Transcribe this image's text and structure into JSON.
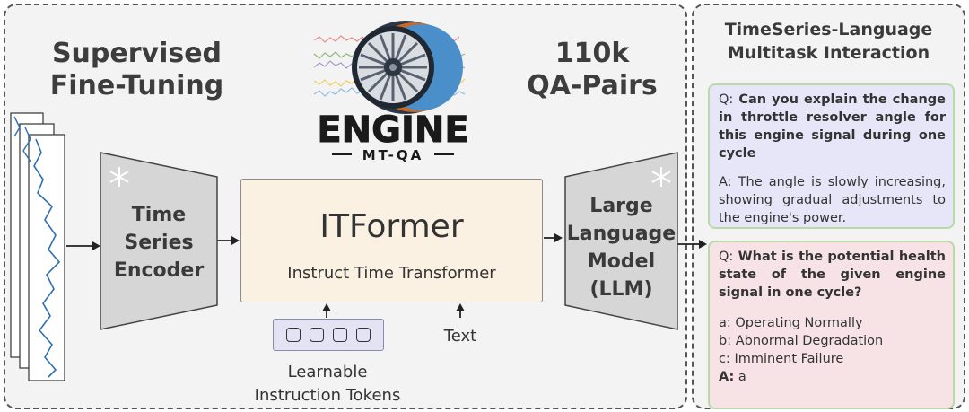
{
  "left_title": {
    "line1": "Supervised",
    "line2": "Fine-Tuning"
  },
  "center_stat": {
    "line1": "110k",
    "line2": "QA-Pairs"
  },
  "logo": {
    "name": "ENGINE",
    "sub": "MT-QA"
  },
  "encoder": {
    "line1": "Time",
    "line2": "Series",
    "line3": "Encoder"
  },
  "itformer": {
    "title": "ITFormer",
    "subtitle": "Instruct Time Transformer"
  },
  "llm": {
    "line1": "Large",
    "line2": "Language",
    "line3": "Model",
    "line4": "(LLM)"
  },
  "tokens_label": {
    "line1": "Learnable",
    "line2": "Instruction Tokens"
  },
  "text_label": "Text",
  "right_title": {
    "line1": "TimeSeries-Language",
    "line2": "Multitask Interaction"
  },
  "qa1": {
    "q_prefix": "Q:",
    "question": "Can you explain the change in throttle resolver angle for this engine signal during one cycle",
    "answer": "A: The angle is slowly increasing, showing gradual adjustments to the engine's power."
  },
  "qa2": {
    "q_prefix": "Q:",
    "question": "What is the potential health state of the given engine signal in one cycle?",
    "options": [
      "a: Operating Normally",
      "b: Abnormal Degradation",
      "c: Imminent Failure"
    ],
    "answer_prefix": "A:",
    "answer": "a"
  },
  "colors": {
    "panel_bg": "#f3f3f3",
    "itformer_bg": "#fbf1e3",
    "qa1_bg": "#e7e6f8",
    "qa2_bg": "#f7e3e6",
    "signal": "#2f6fb0",
    "frozen": "#cccccc"
  }
}
